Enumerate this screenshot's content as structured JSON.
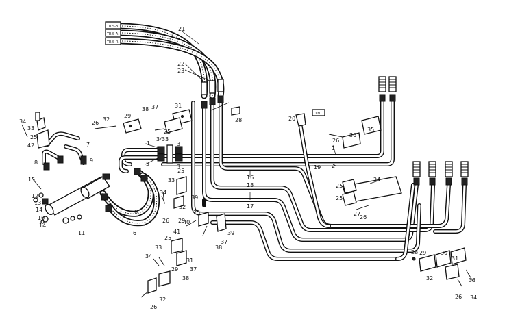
{
  "hose_tags": [
    "TRIS-B",
    "TRIS-A",
    "TRIS-R"
  ],
  "fitting_tag": "DIN",
  "labels": {
    "l1": "1",
    "l2": "2",
    "l3a": "3",
    "l3b": "3",
    "l4": "4",
    "l5": "5",
    "l6a": "6",
    "l6b": "6",
    "l7": "7",
    "l8": "8",
    "l9": "9",
    "l10": "10",
    "l11": "11",
    "l12": "12",
    "l13": "13",
    "l14a": "14",
    "l14b": "14",
    "l15": "15",
    "l16": "16",
    "l17": "17",
    "l18": "18",
    "l19": "19",
    "l20": "20",
    "l21": "21",
    "l22": "22",
    "l23": "23",
    "l24": "24",
    "l25a": "25",
    "l25b": "25",
    "l25c": "25",
    "l25d": "25",
    "l25e": "25",
    "l25f": "25",
    "l25g": "25",
    "l26a": "26",
    "l26b": "26",
    "l26c": "26",
    "l26d": "26",
    "l26e": "26",
    "l26f": "26",
    "l27": "27",
    "l28a": "28",
    "l28b": "28",
    "l29a": "29",
    "l29b": "29",
    "l29c": "29",
    "l29d": "29",
    "l30": "30",
    "l31a": "31",
    "l31b": "31",
    "l31c": "31",
    "l32a": "32",
    "l32b": "32",
    "l32c": "32",
    "l32d": "32",
    "l33a": "33",
    "l33b": "33",
    "l33c": "33",
    "l33d": "33",
    "l34a": "34",
    "l34b": "34",
    "l34c": "34",
    "l34d": "34",
    "l34e": "34",
    "l35": "35",
    "l36": "36",
    "l37a": "37",
    "l37b": "37",
    "l37c": "37",
    "l38a": "38",
    "l38b": "38",
    "l38c": "38",
    "l39a": "39",
    "l39b": "39",
    "l40": "40",
    "l41": "41",
    "l42": "42"
  }
}
